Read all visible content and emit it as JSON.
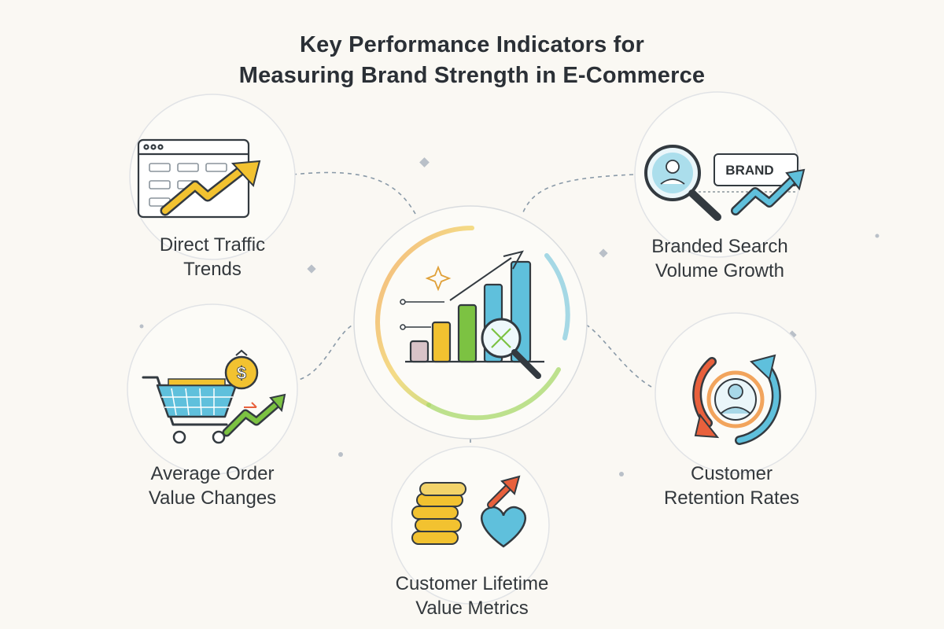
{
  "title": {
    "line1": "Key Performance Indicators for",
    "line2": "Measuring Brand Strength in E-Commerce"
  },
  "nodes": {
    "direct_traffic": {
      "line1": "Direct Traffic",
      "line2": "Trends"
    },
    "branded_search": {
      "line1": "Branded Search",
      "line2": "Volume Growth",
      "badge": "BRAND"
    },
    "average_order": {
      "line1": "Average Order",
      "line2": "Value Changes",
      "coin_symbol": "$"
    },
    "retention": {
      "line1": "Customer",
      "line2": "Retention Rates"
    },
    "lifetime_value": {
      "line1": "Customer Lifetime",
      "line2": "Value Metrics"
    }
  },
  "colors": {
    "yellow": "#f2c230",
    "green": "#7cc242",
    "blue": "#5fc0dc",
    "orange": "#f2a45c",
    "red": "#e8603c",
    "outline": "#333a40",
    "connector": "#8a9aa8"
  },
  "icons": {
    "center": "growth-bar-chart-with-magnifier-icon",
    "direct_traffic": "browser-with-rising-arrow-icon",
    "branded_search": "magnifier-with-brand-tag-icon",
    "average_order": "shopping-cart-with-dollar-coin-icon",
    "retention": "circular-arrows-around-person-icon",
    "lifetime_value": "coin-stack-with-heart-icon"
  }
}
